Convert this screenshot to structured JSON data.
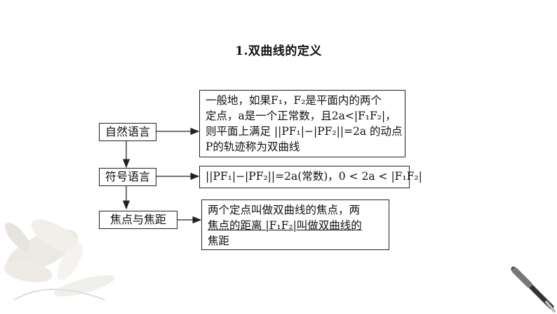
{
  "slide": {
    "title": "1.双曲线的定义"
  },
  "rows": [
    {
      "label": "自然语言",
      "lines": [
        "一般地，如果F₁，F₂是平面内的两个",
        "定点，a是一个正常数，且2a<|F₁F₂|，",
        "则平面上满足 ||PF₁|−|PF₂||=2a 的动点",
        "P的轨迹称为双曲线"
      ]
    },
    {
      "label": "符号语言",
      "lines": [
        "||PF₁|−|PF₂||=2a(常数)，0 < 2a < |F₁F₂|"
      ]
    },
    {
      "label": "焦点与焦距",
      "lines": [
        "两个定点叫做双曲线的焦点，两",
        "焦点的距离 |F₁F₂|叫做双曲线的",
        "焦距"
      ]
    }
  ]
}
